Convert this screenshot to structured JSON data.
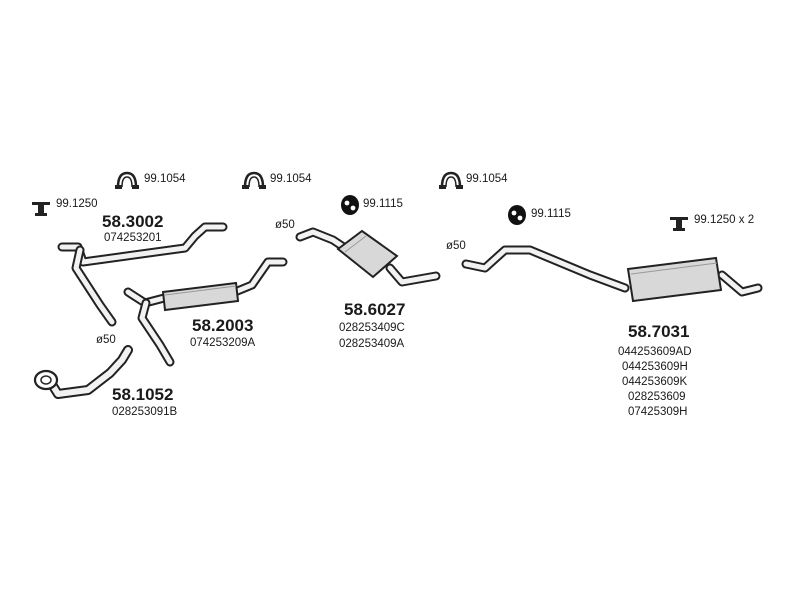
{
  "hardware": {
    "clamp_a": "99.1054",
    "clamp_b": "99.1054",
    "clamp_c": "99.1054",
    "bracket_left": "99.1250",
    "rubber_a": "99.1115",
    "rubber_b": "99.1115",
    "bracket_right": "99.1250 x 2"
  },
  "diameters": {
    "front": "ø50",
    "middle": "ø50",
    "rear": "ø50"
  },
  "parts": [
    {
      "number": "58.3002",
      "oem": [
        "074253201"
      ]
    },
    {
      "number": "58.2003",
      "oem": [
        "074253209A"
      ]
    },
    {
      "number": "58.1052",
      "oem": [
        "028253091B"
      ]
    },
    {
      "number": "58.6027",
      "oem": [
        "028253409C",
        "028253409A"
      ]
    },
    {
      "number": "58.7031",
      "oem": [
        "044253609AD",
        "044253609H",
        "044253609K",
        "028253609",
        "07425309H"
      ]
    }
  ]
}
